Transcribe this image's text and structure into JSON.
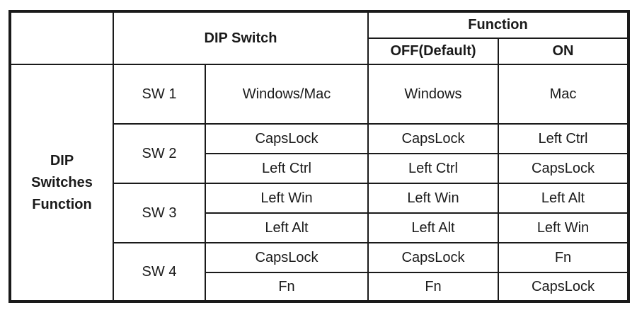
{
  "table": {
    "header": {
      "corner": "",
      "dip_switch": "DIP Switch",
      "function": "Function",
      "off_default": "OFF(Default)",
      "on": "ON"
    },
    "row_label": "DIP\nSwitches\nFunction",
    "groups": [
      {
        "sw": "SW 1",
        "rows": [
          {
            "func": "Windows/Mac",
            "off": "Windows",
            "on": "Mac"
          }
        ]
      },
      {
        "sw": "SW 2",
        "rows": [
          {
            "func": "CapsLock",
            "off": "CapsLock",
            "on": "Left Ctrl"
          },
          {
            "func": "Left Ctrl",
            "off": "Left Ctrl",
            "on": "CapsLock"
          }
        ]
      },
      {
        "sw": "SW 3",
        "rows": [
          {
            "func": "Left Win",
            "off": "Left Win",
            "on": "Left Alt"
          },
          {
            "func": "Left Alt",
            "off": "Left Alt",
            "on": "Left Win"
          }
        ]
      },
      {
        "sw": "SW 4",
        "rows": [
          {
            "func": "CapsLock",
            "off": "CapsLock",
            "on": "Fn"
          },
          {
            "func": "Fn",
            "off": "Fn",
            "on": "CapsLock"
          }
        ]
      }
    ],
    "colors": {
      "border": "#1a1a1a",
      "text": "#1a1a1a",
      "background": "#ffffff"
    }
  }
}
